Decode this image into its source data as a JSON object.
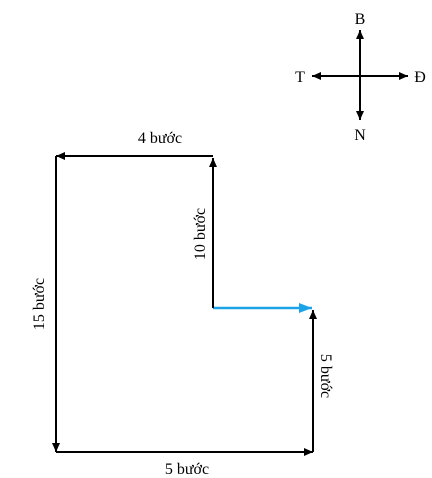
{
  "compass": {
    "north": "B",
    "south": "N",
    "west": "T",
    "east": "Đ"
  },
  "path": {
    "segment_top": "4 bước",
    "segment_inner_vertical": "10 bước",
    "segment_left": "15 bước",
    "segment_bottom": "5 bước",
    "segment_right": "5 bước"
  },
  "colors": {
    "line": "#000000",
    "highlight": "#1aa3e6"
  }
}
